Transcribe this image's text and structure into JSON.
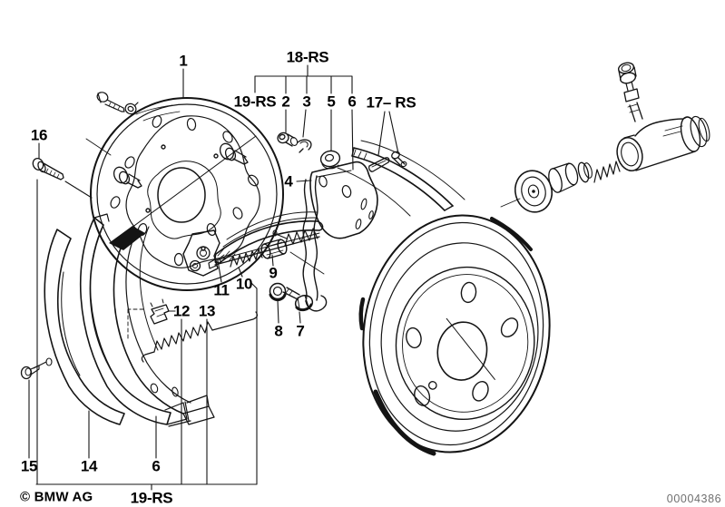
{
  "diagram": {
    "colors": {
      "background": "#ffffff",
      "line": "#141414",
      "label": "#000000",
      "doc_number": "#6f6f6f"
    },
    "labels": {
      "p1": "1",
      "p2": "2",
      "p3": "3",
      "p4": "4",
      "p5": "5",
      "p6_top": "6",
      "p6_bottom": "6",
      "p7": "7",
      "p8": "8",
      "p9": "9",
      "p10": "10",
      "p11": "11",
      "p12": "12",
      "p13": "13",
      "p14": "14",
      "p15": "15",
      "p16": "16",
      "g17": "17– RS",
      "g18": "18-RS",
      "g19_top": "19-RS",
      "g19_bottom": "19-RS"
    },
    "footer": {
      "copyright": "© BMW AG",
      "doc_number": "00004386"
    }
  }
}
